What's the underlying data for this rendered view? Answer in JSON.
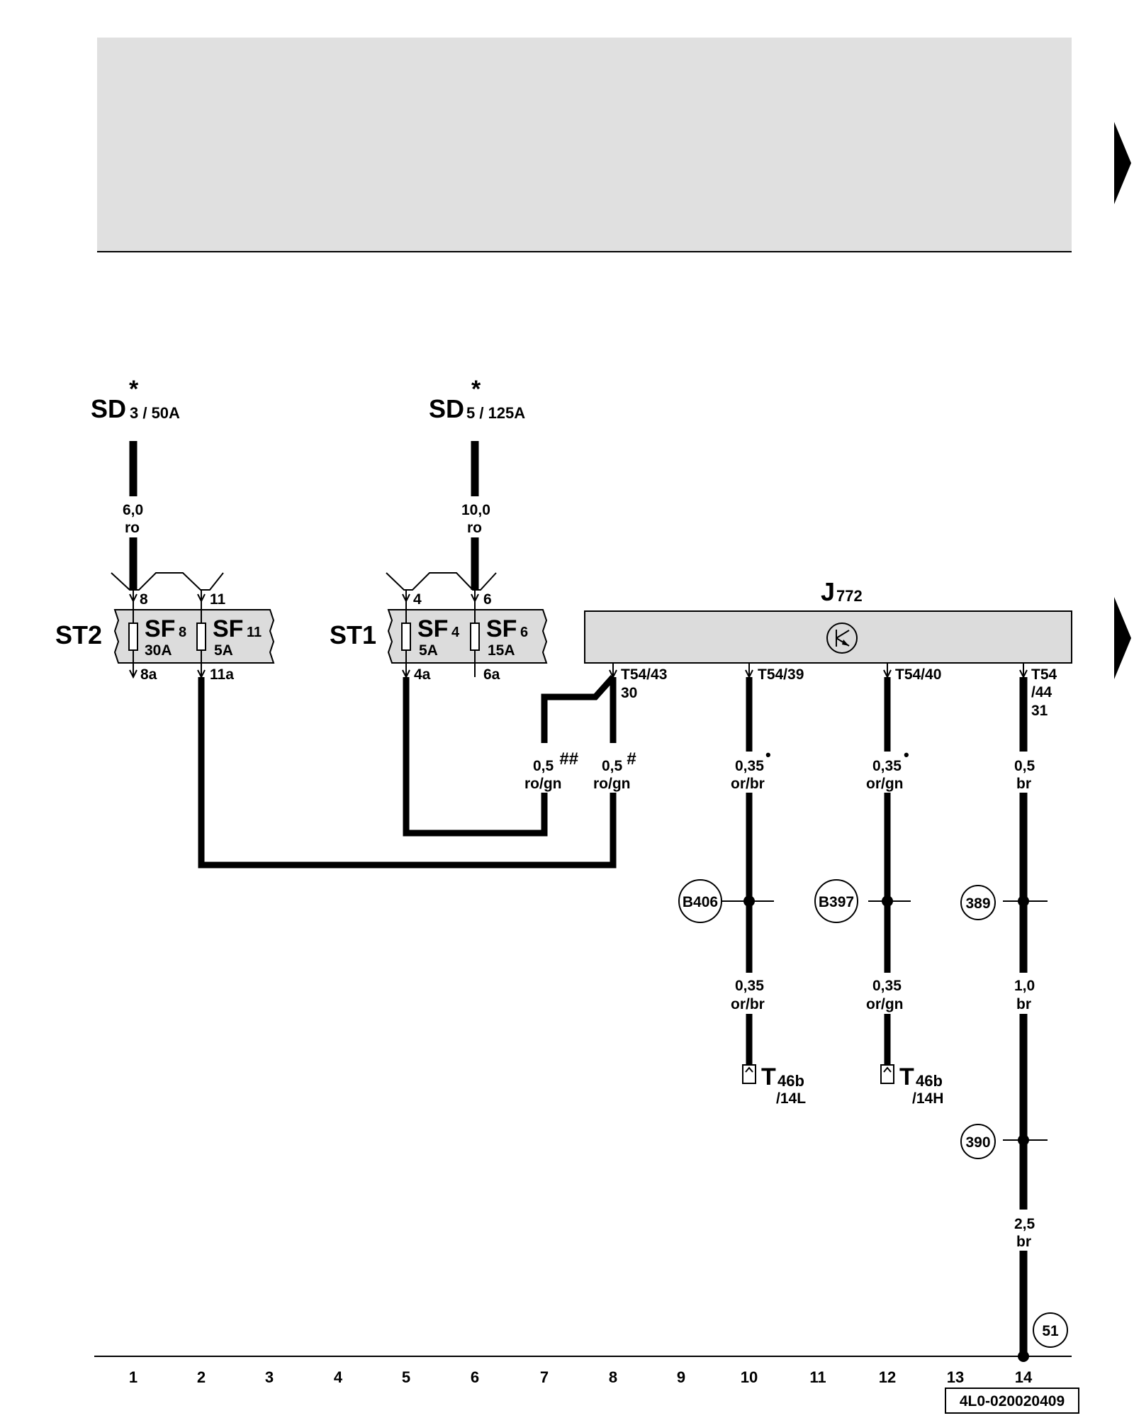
{
  "diagram": {
    "sources": [
      {
        "name": "SD",
        "sub": "3 / 50A",
        "star": "*"
      },
      {
        "name": "SD",
        "sub": "5 / 125A",
        "star": "*"
      }
    ],
    "source_wires": [
      {
        "size": "6,0",
        "color": "ro"
      },
      {
        "size": "10,0",
        "color": "ro"
      }
    ],
    "fuse_holders": [
      {
        "name": "ST2",
        "fuses": [
          {
            "name": "SF",
            "num": "8",
            "rating": "30A"
          },
          {
            "name": "SF",
            "num": "11",
            "rating": "5A"
          }
        ],
        "pins_top": [
          "8",
          "11"
        ],
        "pins_bottom": [
          "8a",
          "11a"
        ]
      },
      {
        "name": "ST1",
        "fuses": [
          {
            "name": "SF",
            "num": "4",
            "rating": "5A"
          },
          {
            "name": "SF",
            "num": "6",
            "rating": "15A"
          }
        ],
        "pins_top": [
          "4",
          "6"
        ],
        "pins_bottom": [
          "4a",
          "6a"
        ]
      }
    ],
    "control_unit": {
      "name": "J",
      "num": "772"
    },
    "connectors": [
      {
        "id": "T54/43",
        "extra": "30"
      },
      {
        "id": "T54/39",
        "extra": ""
      },
      {
        "id": "T54/40",
        "extra": ""
      },
      {
        "id": "T54",
        "extra": "/44",
        "extra2": "31"
      }
    ],
    "wires": [
      {
        "size": "0,5",
        "mark": "##",
        "color": "ro/gn"
      },
      {
        "size": "0,5",
        "mark": "#",
        "color": "ro/gn"
      },
      {
        "size": "0,35",
        "mark": "•",
        "color": "or/br"
      },
      {
        "size": "0,35",
        "mark": "•",
        "color": "or/gn"
      },
      {
        "size": "0,5",
        "mark": "",
        "color": "br"
      }
    ],
    "lower_wires": [
      {
        "size": "0,35",
        "color": "or/br"
      },
      {
        "size": "0,35",
        "color": "or/gn"
      },
      {
        "size": "1,0",
        "color": "br"
      },
      {
        "size": "2,5",
        "color": "br"
      }
    ],
    "splices": [
      "B406",
      "B397",
      "389",
      "390"
    ],
    "ground": "51",
    "terminals": [
      {
        "name": "T",
        "sub": "46b",
        "pin": "/14L"
      },
      {
        "name": "T",
        "sub": "46b",
        "pin": "/14H"
      }
    ],
    "grid_numbers": [
      "1",
      "2",
      "3",
      "4",
      "5",
      "6",
      "7",
      "8",
      "9",
      "10",
      "11",
      "12",
      "13",
      "14"
    ],
    "doc_id": "4L0-020020409",
    "colors": {
      "line": "#000000",
      "header_fill": "#e0e0e0",
      "box_fill": "#dcdcdc"
    }
  }
}
